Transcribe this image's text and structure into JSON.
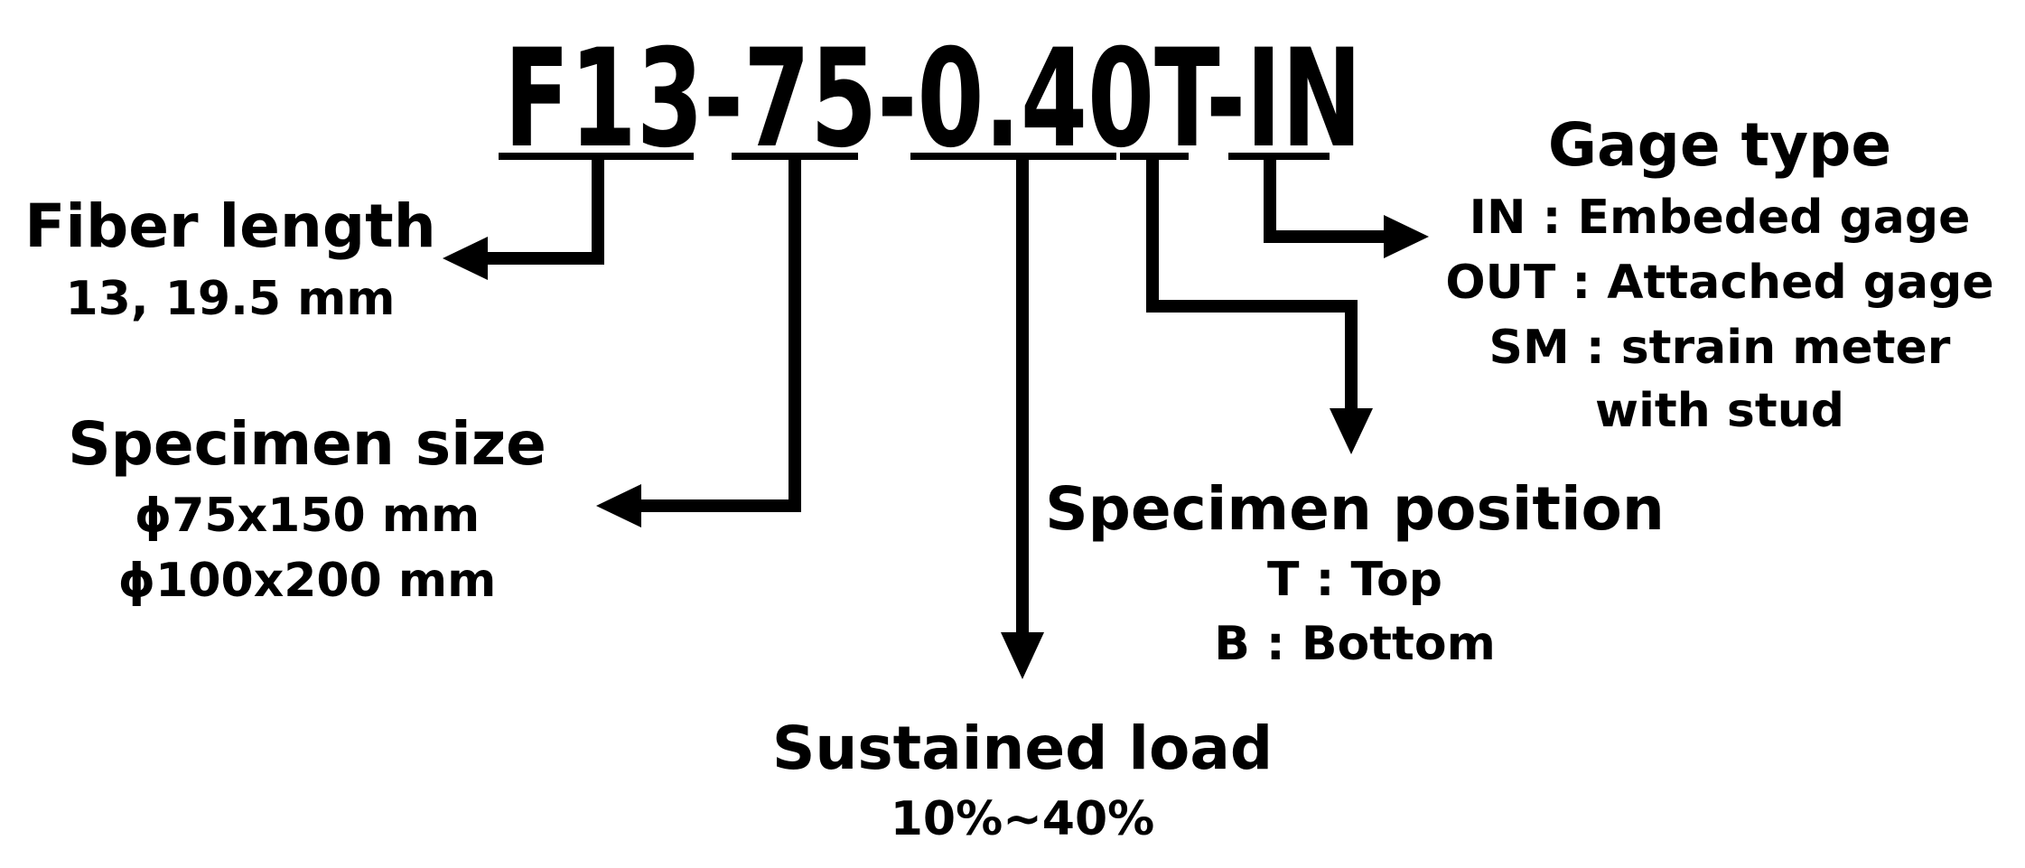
{
  "code": {
    "segments": [
      "F13",
      "-",
      "75",
      "-",
      "0.40",
      "T",
      "-",
      "IN"
    ]
  },
  "fields": {
    "fiber_length": {
      "title": "Fiber length",
      "lines": [
        "13, 19.5 mm"
      ]
    },
    "specimen_size": {
      "title": "Specimen size",
      "lines": [
        "ϕ75x150 mm",
        "ϕ100x200 mm"
      ]
    },
    "sustained_load": {
      "title": "Sustained load",
      "lines": [
        "10%~40%"
      ]
    },
    "specimen_position": {
      "title": "Specimen position",
      "lines": [
        "T : Top",
        "B : Bottom"
      ]
    },
    "gage_type": {
      "title": "Gage type",
      "lines": [
        "IN : Embeded gage",
        "OUT : Attached gage",
        "SM : strain meter",
        "with stud"
      ]
    }
  },
  "colors": {
    "ink": "#000000",
    "background": "#ffffff"
  }
}
